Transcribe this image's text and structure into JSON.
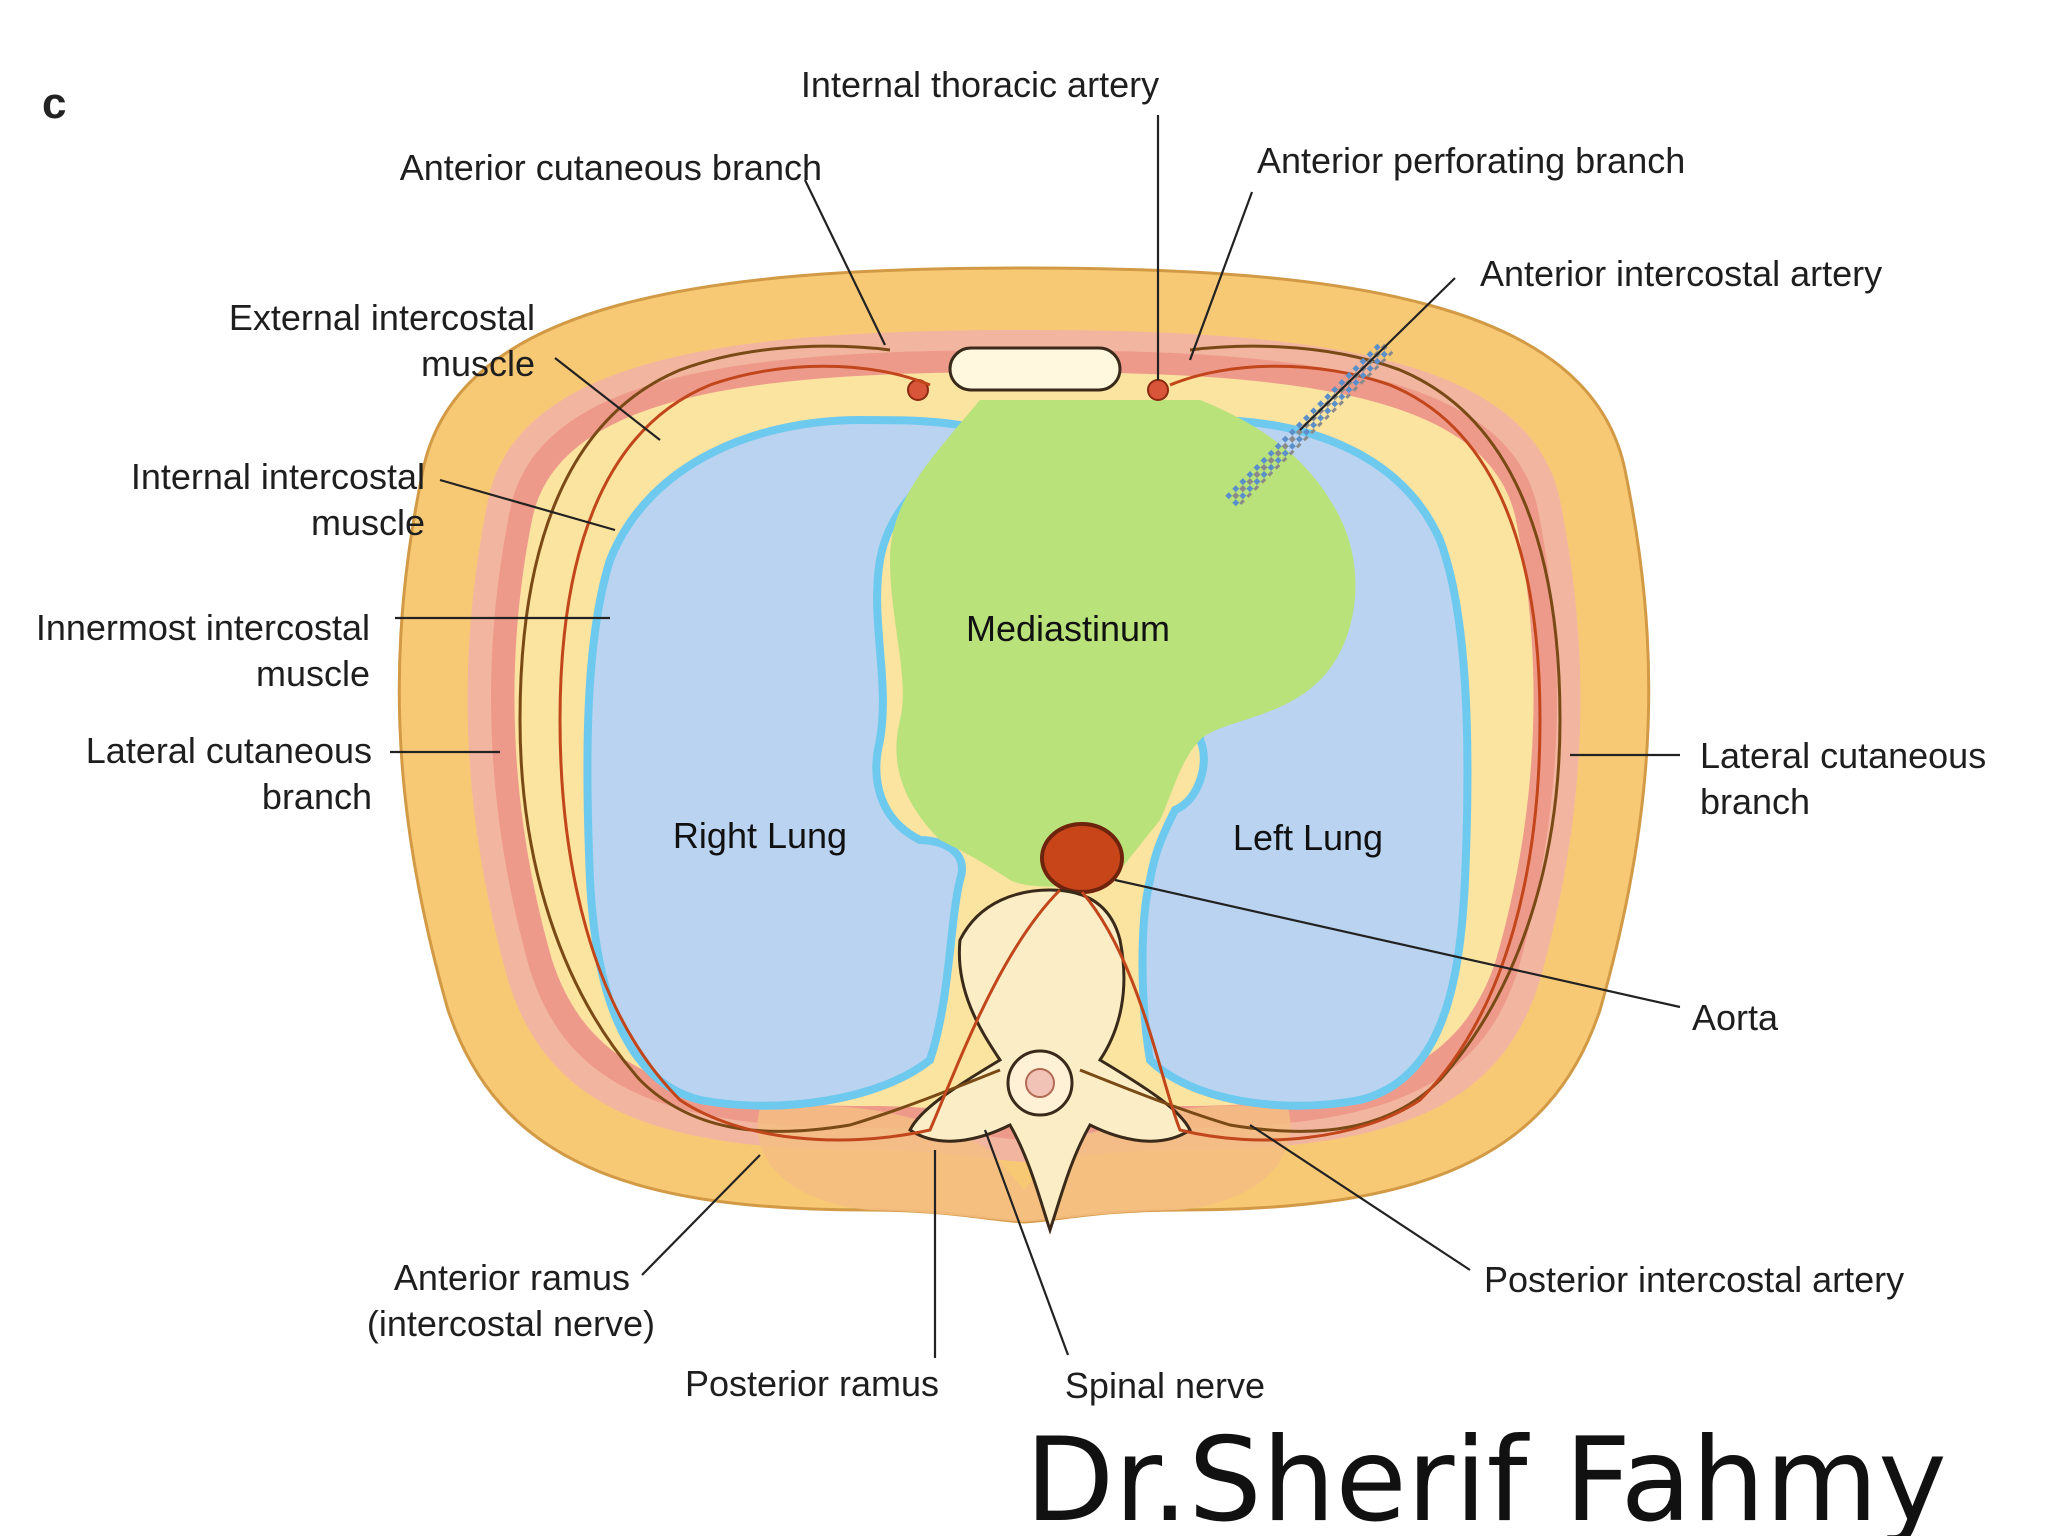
{
  "panel_letter": "c",
  "labels": {
    "internal_thoracic_artery": "Internal thoracic artery",
    "anterior_cutaneous_branch": "Anterior cutaneous branch",
    "anterior_perforating_branch": "Anterior perforating branch",
    "anterior_intercostal_artery": "Anterior intercostal artery",
    "external_intercostal_muscle": [
      "External intercostal",
      "muscle"
    ],
    "internal_intercostal_muscle": [
      "Internal intercostal",
      "muscle"
    ],
    "innermost_intercostal_muscle": [
      "Innermost intercostal",
      "muscle"
    ],
    "lateral_cutaneous_branch_left": [
      "Lateral cutaneous",
      "branch"
    ],
    "lateral_cutaneous_branch_right": [
      "Lateral cutaneous",
      "branch"
    ],
    "mediastinum": "Mediastinum",
    "right_lung": "Right Lung",
    "left_lung": "Left Lung",
    "aorta": "Aorta",
    "anterior_ramus": [
      "Anterior ramus",
      "(intercostal nerve)"
    ],
    "posterior_ramus": "Posterior ramus",
    "spinal_nerve": "Spinal nerve",
    "posterior_intercostal_artery": "Posterior intercostal artery"
  },
  "signature": "Dr.Sherif Fahmy",
  "colors": {
    "outer_wall": "#f7c975",
    "wall_inner": "#fbe3a0",
    "muscle_band": "#ee9a8a",
    "lung_fill": "#b9d3f0",
    "pleura_line": "#6ec9ee",
    "mediastinum_fill": "#b9e27a",
    "aorta": "#c8451a",
    "vertebra": "#fbeec7",
    "nerve": "#7a4a16",
    "artery": "#c2461b",
    "needle": "#5b8fc9"
  }
}
